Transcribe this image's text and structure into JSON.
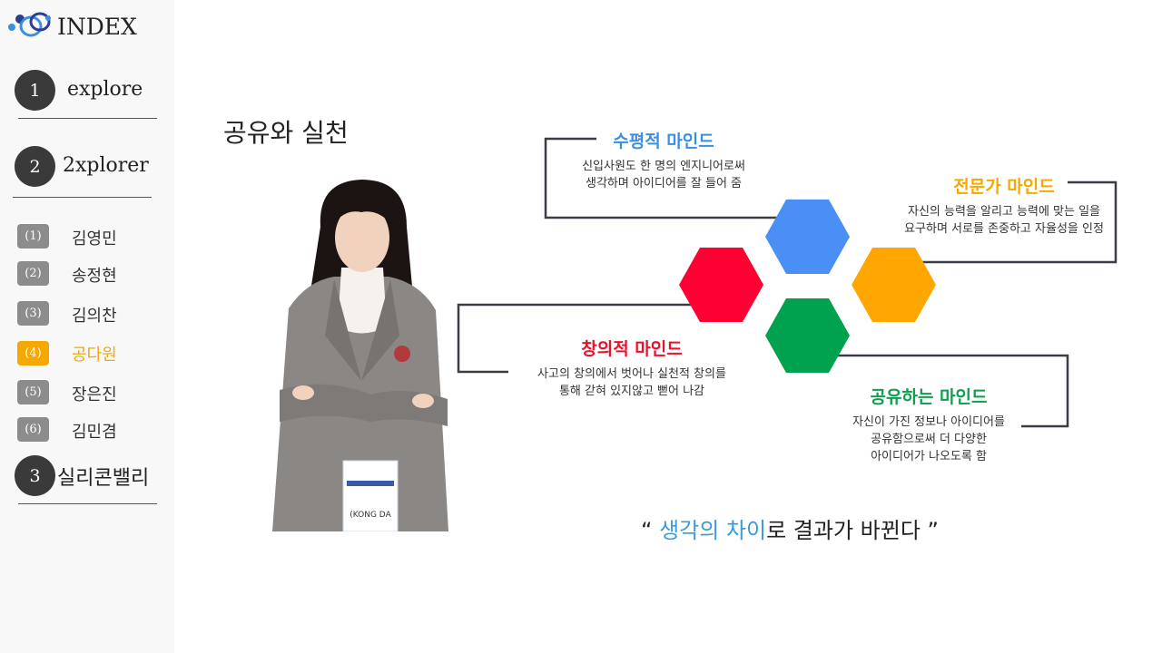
{
  "sidebar": {
    "title": "INDEX",
    "sections": [
      {
        "num": "1",
        "label": "explore"
      },
      {
        "num": "2",
        "label": "2xplorer"
      },
      {
        "num": "3",
        "label": "실리콘밸리"
      }
    ],
    "subitems": [
      {
        "num": "(1)",
        "name": "김영민"
      },
      {
        "num": "(2)",
        "name": "송정현"
      },
      {
        "num": "(3)",
        "name": "김의찬"
      },
      {
        "num": "(4)",
        "name": "공다원",
        "active": true
      },
      {
        "num": "(5)",
        "name": "장은진"
      },
      {
        "num": "(6)",
        "name": "김민겸"
      }
    ]
  },
  "main": {
    "title": "공유와 실천",
    "badge_text": "(KONG DA"
  },
  "minds": [
    {
      "title": "수평적 마인드",
      "color": "#3b8fe0",
      "lines": [
        "신입사원도 한 명의 엔지니어로써",
        "생각하며 아이디어를 잘 들어 줌"
      ]
    },
    {
      "title": "전문가 마인드",
      "color": "#f5a800",
      "lines": [
        "자신의 능력을 알리고 능력에 맞는 일을",
        "요구하며 서로를 존중하고 자율성을 인정"
      ]
    },
    {
      "title": "창의적 마인드",
      "color": "#e8122d",
      "lines": [
        "사고의 창의에서 벗어나 실천적 창의를",
        "통해 갇혀 있지않고 뻗어 나감"
      ]
    },
    {
      "title": "공유하는 마인드",
      "color": "#0d9e4e",
      "lines": [
        "자신이 가진 정보나 아이디어를",
        "공유함으로써 더 다양한",
        "아이디어가 나오도록 함"
      ]
    }
  ],
  "hex_colors": {
    "blue": "#4a8ff5",
    "red": "#ff0033",
    "orange": "#ffa700",
    "green": "#00a24f"
  },
  "quote": {
    "open": "“ ",
    "highlight": "생각의 차이",
    "rest": "로 결과가 바뀐다 ”"
  }
}
